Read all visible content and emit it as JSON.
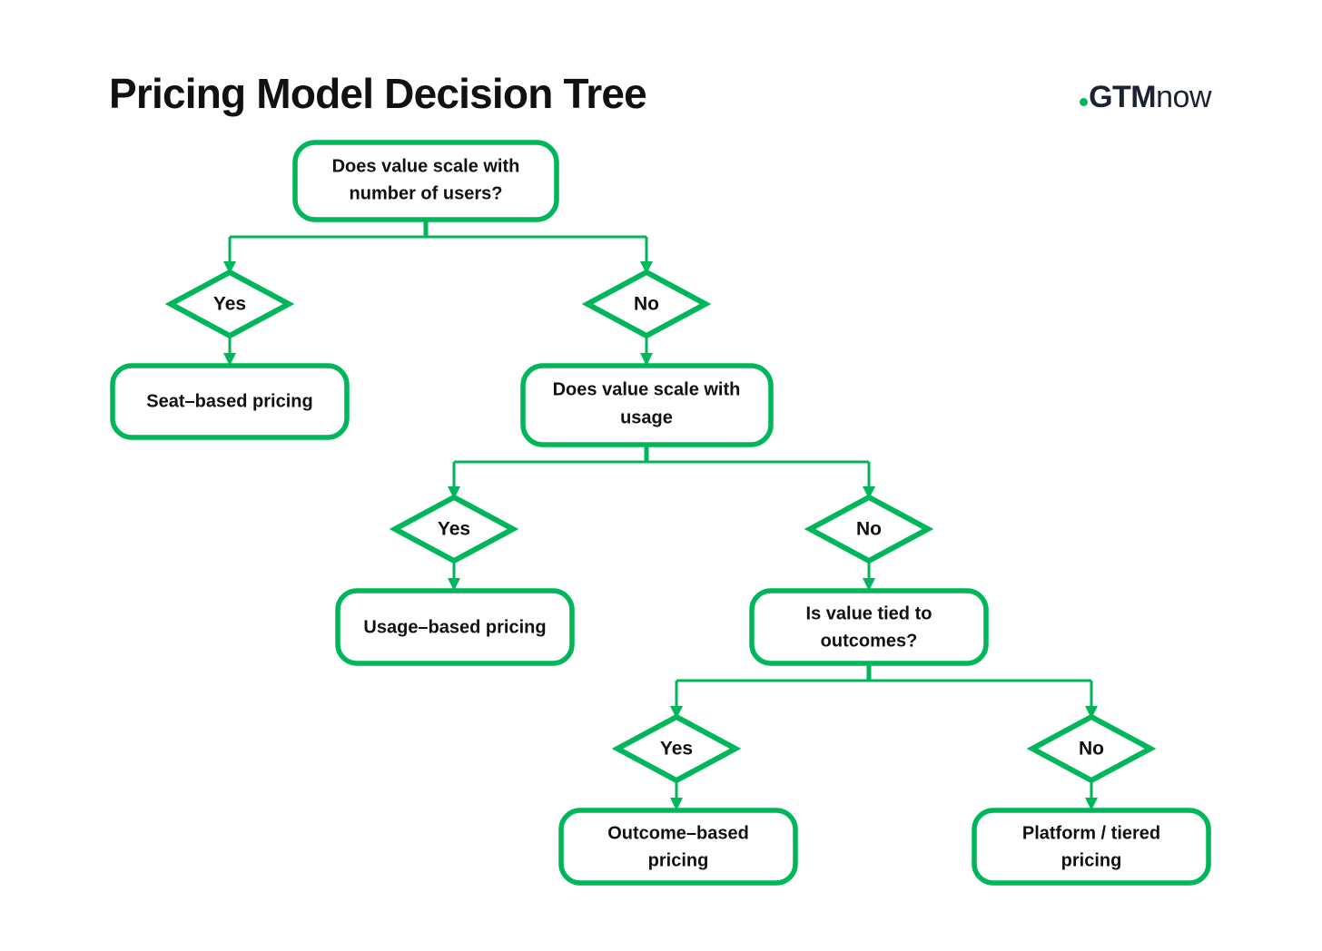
{
  "page": {
    "title": "Pricing Model Decision Tree",
    "background_color": "#ffffff"
  },
  "brand": {
    "name_bold": "GTM",
    "name_light": "now",
    "dot_icon": "green-dot-icon",
    "dot_color": "#00b65a",
    "text_color": "#1b2232"
  },
  "theme": {
    "accent_green": "#00b65a",
    "text_color": "#111111",
    "node_fill": "#ffffff"
  },
  "chart_data": {
    "type": "diagram",
    "diagram_type": "decision-tree",
    "title": "Pricing Model Decision Tree",
    "nodes": [
      {
        "id": "q1",
        "kind": "decision-box",
        "label_lines": [
          "Does value scale with",
          "number of users?"
        ]
      },
      {
        "id": "q1-yes",
        "kind": "diamond",
        "label": "Yes"
      },
      {
        "id": "q1-no",
        "kind": "diamond",
        "label": "No"
      },
      {
        "id": "seat",
        "kind": "outcome-box",
        "label_lines": [
          "Seat–based pricing"
        ]
      },
      {
        "id": "q2",
        "kind": "decision-box",
        "label_lines": [
          "Does value scale with",
          "usage"
        ]
      },
      {
        "id": "q2-yes",
        "kind": "diamond",
        "label": "Yes"
      },
      {
        "id": "q2-no",
        "kind": "diamond",
        "label": "No"
      },
      {
        "id": "usage",
        "kind": "outcome-box",
        "label_lines": [
          "Usage–based pricing"
        ]
      },
      {
        "id": "q3",
        "kind": "decision-box",
        "label_lines": [
          "Is value tied to",
          "outcomes?"
        ]
      },
      {
        "id": "q3-yes",
        "kind": "diamond",
        "label": "Yes"
      },
      {
        "id": "q3-no",
        "kind": "diamond",
        "label": "No"
      },
      {
        "id": "outcomebased",
        "kind": "outcome-box",
        "label_lines": [
          "Outcome–based",
          "pricing"
        ]
      },
      {
        "id": "platform",
        "kind": "outcome-box",
        "label_lines": [
          "Platform / tiered",
          "pricing"
        ]
      }
    ],
    "edges": [
      {
        "from": "q1",
        "to": "q1-yes"
      },
      {
        "from": "q1",
        "to": "q1-no"
      },
      {
        "from": "q1-yes",
        "to": "seat"
      },
      {
        "from": "q1-no",
        "to": "q2"
      },
      {
        "from": "q2",
        "to": "q2-yes"
      },
      {
        "from": "q2",
        "to": "q2-no"
      },
      {
        "from": "q2-yes",
        "to": "usage"
      },
      {
        "from": "q2-no",
        "to": "q3"
      },
      {
        "from": "q3",
        "to": "q3-yes"
      },
      {
        "from": "q3",
        "to": "q3-no"
      },
      {
        "from": "q3-yes",
        "to": "outcomebased"
      },
      {
        "from": "q3-no",
        "to": "platform"
      }
    ]
  },
  "labels": {
    "q1_line1": "Does value scale with",
    "q1_line2": "number of users?",
    "q1_yes": "Yes",
    "q1_no": "No",
    "seat": "Seat–based pricing",
    "q2_line1": "Does value scale with",
    "q2_line2": "usage",
    "q2_yes": "Yes",
    "q2_no": "No",
    "usage": "Usage–based pricing",
    "q3_line1": "Is value tied to",
    "q3_line2": "outcomes?",
    "q3_yes": "Yes",
    "q3_no": "No",
    "outcome_line1": "Outcome–based",
    "outcome_line2": "pricing",
    "platform_line1": "Platform / tiered",
    "platform_line2": "pricing"
  }
}
